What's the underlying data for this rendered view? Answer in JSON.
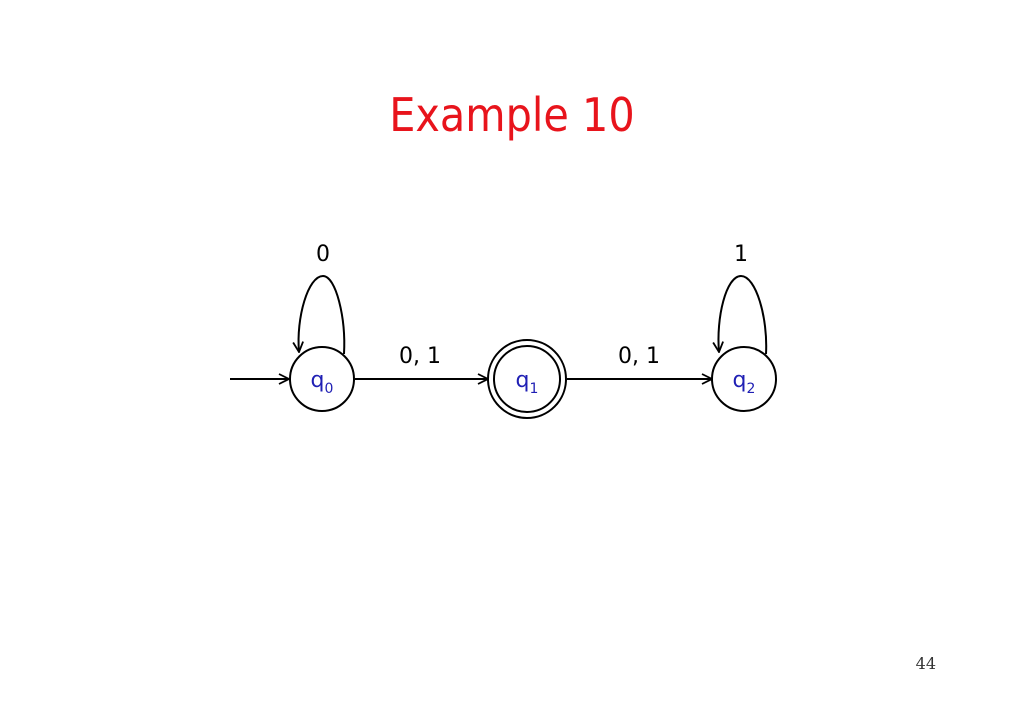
{
  "slide": {
    "title": "Example 10",
    "page_number": "44"
  },
  "colors": {
    "title": "#e8141c",
    "state_label": "#1f1fb4",
    "stroke": "#000000"
  },
  "automaton": {
    "start_state": "q0",
    "accepting_states": [
      "q1"
    ],
    "states": [
      {
        "id": "q0",
        "name": "q",
        "subscript": "0",
        "accepting": false
      },
      {
        "id": "q1",
        "name": "q",
        "subscript": "1",
        "accepting": true
      },
      {
        "id": "q2",
        "name": "q",
        "subscript": "2",
        "accepting": false
      }
    ],
    "transitions": [
      {
        "from": "q0",
        "to": "q0",
        "label": "0"
      },
      {
        "from": "q0",
        "to": "q1",
        "label": "0, 1"
      },
      {
        "from": "q1",
        "to": "q2",
        "label": "0, 1"
      },
      {
        "from": "q2",
        "to": "q2",
        "label": "1"
      }
    ]
  }
}
